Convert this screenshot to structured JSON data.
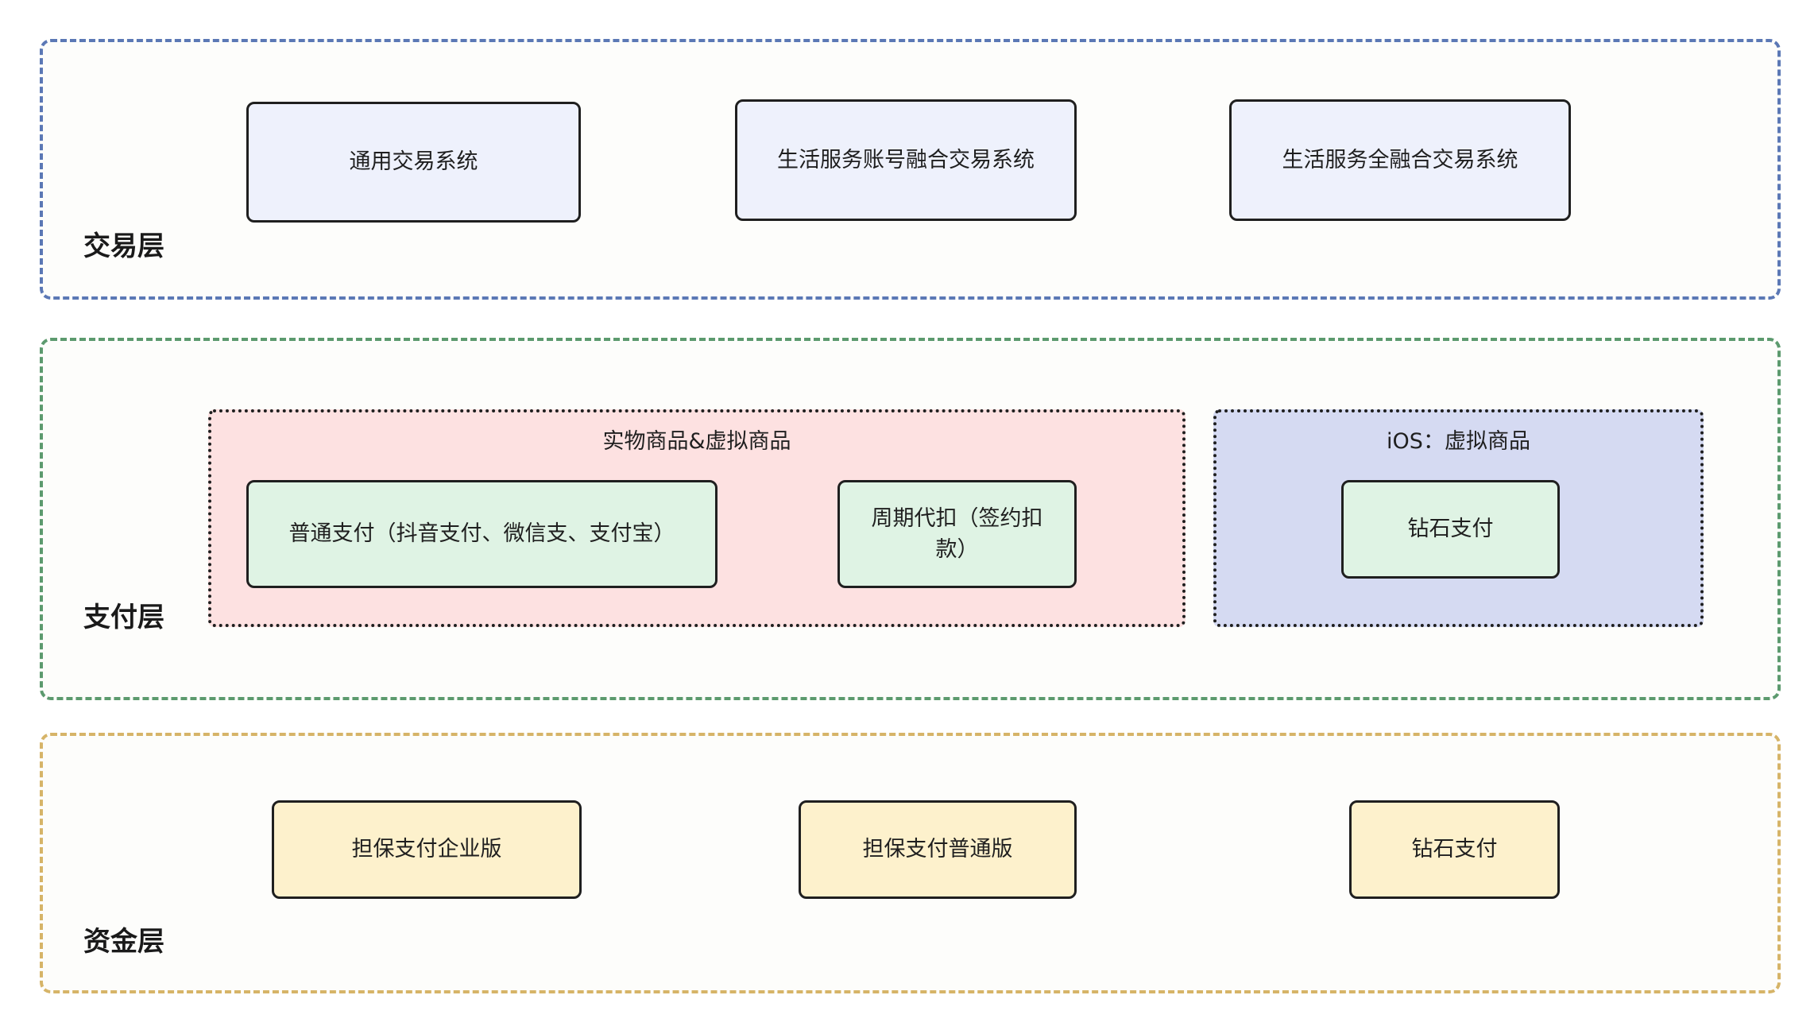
{
  "layers": {
    "trade": {
      "label": "交易层",
      "boxes": [
        "通用交易系统",
        "生活服务账号融合交易系统",
        "生活服务全融合交易系统"
      ]
    },
    "pay": {
      "label": "支付层",
      "groups": [
        {
          "title": "实物商品&虚拟商品",
          "boxes": [
            "普通支付（抖音支付、微信支、支付宝）",
            "周期代扣（签约扣款）"
          ]
        },
        {
          "title": "iOS：虚拟商品",
          "boxes": [
            "钻石支付"
          ]
        }
      ]
    },
    "fund": {
      "label": "资金层",
      "boxes": [
        "担保支付企业版",
        "担保支付普通版",
        "钻石支付"
      ]
    }
  },
  "colors": {
    "trade_border": "#5b78b5",
    "pay_border": "#5c9a6e",
    "fund_border": "#d6b468",
    "trade_box_fill": "#eef1fc",
    "pay_box_fill": "#dff3e4",
    "fund_box_fill": "#fdf1cc",
    "group_physical_fill": "#fde1e1",
    "group_ios_fill": "#d5daf2"
  }
}
